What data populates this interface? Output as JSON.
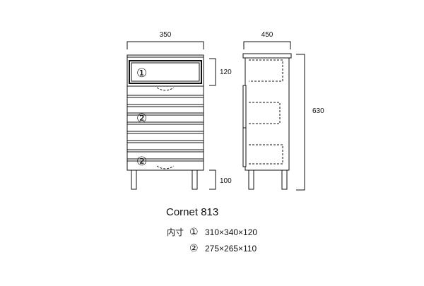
{
  "front_view": {
    "width_label": "350",
    "top_drawer_height_label": "120",
    "leg_height_label": "100",
    "top_drawer_number": "①",
    "middle_drawer_number": "②",
    "bottom_drawer_number": "②"
  },
  "side_view": {
    "depth_label": "450",
    "total_height_label": "630"
  },
  "spec": {
    "model_name": "Cornet 813",
    "inner_size_label": "内寸",
    "rows": [
      {
        "number": "①",
        "dimensions": "310×340×120"
      },
      {
        "number": "②",
        "dimensions": "275×265×110"
      }
    ]
  }
}
